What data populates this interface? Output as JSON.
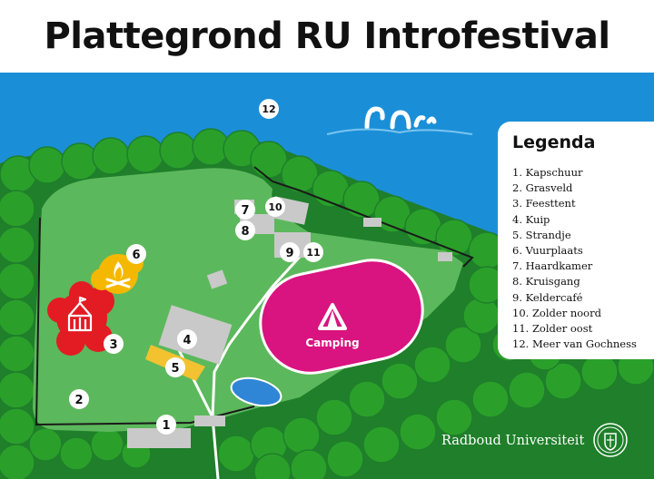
{
  "title": "Plattegrond RU Introfestival",
  "legend": {
    "heading": "Legenda",
    "items": [
      "1. Kapschuur",
      "2. Grasveld",
      "3. Feesttent",
      "4. Kuip",
      "5. Strandje",
      "6. Vuurplaats",
      "7. Haardkamer",
      "8. Kruisgang",
      "9. Keldercafé",
      "10. Zolder noord",
      "11. Zolder oost",
      "12. Meer van Gochness"
    ]
  },
  "markers": [
    "1",
    "2",
    "3",
    "4",
    "5",
    "6",
    "7",
    "8",
    "9",
    "10",
    "11",
    "12"
  ],
  "camping_label": "Camping",
  "brand": "Radboud Universiteit",
  "colors": {
    "water": "#1a8fd8",
    "grass": "#5cb85c",
    "tree": "#2aa02a",
    "tree_dark": "#1f7f2a",
    "camping": "#d9137f",
    "feesttent": "#e31b23",
    "vuurplaats": "#f5b800",
    "building": "#c9c9c9",
    "strandje": "#f2c230",
    "pond": "#2f86d6"
  },
  "icons": [
    "tent-icon",
    "circus-tent-icon",
    "campfire-icon",
    "lake-monster-icon",
    "radboud-seal-icon"
  ]
}
